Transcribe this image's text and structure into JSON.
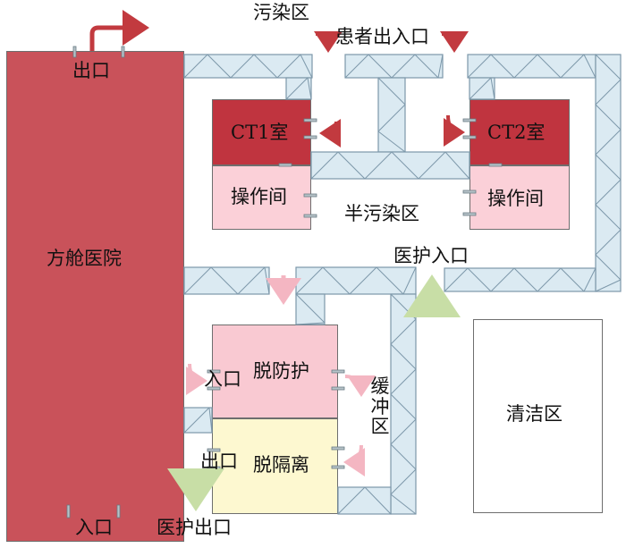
{
  "colors": {
    "hospital": "#c9525a",
    "ct_room": "#c0343f",
    "operation_room": "#fbd0d8",
    "ppe_removal": "#f9c9d2",
    "isolation_removal": "#fdf8d0",
    "clean_zone": "#ffffff",
    "wall_fill": "#dbeaf2",
    "wall_line": "#7d98aa",
    "patient_arrow": "#c23a3f",
    "staff_exit_arrow": "#f4b6c2",
    "staff_entry_arrow": "#c8dea6",
    "door": "#b6c2c8"
  },
  "labels": {
    "contaminated_zone": "污染区",
    "patient_entrance": "患者出入口",
    "hospital": "方舱医院",
    "hospital_exit": "出口",
    "hospital_entrance": "入口",
    "ct1": "CT1室",
    "ct2": "CT2室",
    "operation1": "操作间",
    "operation2": "操作间",
    "semi_contaminated": "半污染区",
    "staff_entrance": "医护入口",
    "ppe_removal": "脱防护",
    "ppe_entrance": "入口",
    "isolation_removal": "脱隔离",
    "isolation_exit": "出口",
    "buffer_zone": "缓冲区",
    "clean_zone": "清洁区",
    "staff_exit": "医护出口"
  },
  "icons": [
    "patient-exit-arrow-icon",
    "patient-entrance-left-arrow-icon",
    "patient-entrance-right-arrow-icon",
    "ct1-entry-arrow-icon",
    "ct2-entry-arrow-icon",
    "staff-entry-arrow-icon",
    "staff-down-arrow-icon",
    "ppe-entry-arrow-icon",
    "buffer-curve-arrow-icon",
    "isolation-exit-arrow-icon",
    "staff-exit-arrow-icon",
    "door-icon"
  ]
}
